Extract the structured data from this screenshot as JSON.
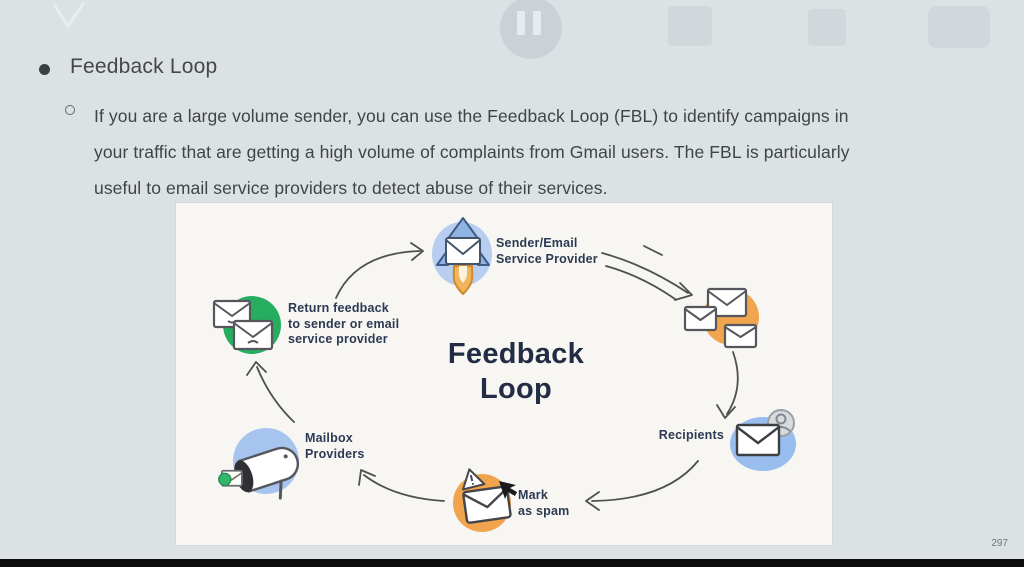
{
  "colors": {
    "background": "#dce1e4",
    "panel": "#f7f6f3",
    "slide_text": "#3f4449",
    "diagram_text": "#2d3a53",
    "arrow": "#4f4f4f",
    "blob_blue": "#aecaf0",
    "blob_orange": "#f0a44e",
    "blob_green": "#27ad60",
    "bottom_bar": "#0b0d0e"
  },
  "icons": {
    "pause": "pause-icon",
    "rocket": "rocket-envelope-icon",
    "emails": "envelope-stack-icon",
    "recipient": "envelope-user-icon",
    "spam": "envelope-spam-warning-icon",
    "mailbox": "mailbox-icon",
    "feedback": "envelope-faces-icon"
  },
  "slide": {
    "title": "Feedback Loop",
    "body_lines": [
      "If you are a large volume sender, you can use the Feedback Loop (FBL) to identify campaigns in",
      "your traffic that are getting a high volume of complaints from Gmail users. The FBL is particularly",
      "useful to email service providers to detect abuse of their services."
    ]
  },
  "diagram": {
    "center_title": "Feedback\nLoop",
    "labels": {
      "sender": "Sender/Email\nService Provider",
      "recipients": "Recipients",
      "spam": "Mark\nas spam",
      "mailbox": "Mailbox\nProviders",
      "return_feedback": "Return feedback\nto sender or email\nservice provider"
    }
  },
  "footer": {
    "page_number": "297"
  }
}
